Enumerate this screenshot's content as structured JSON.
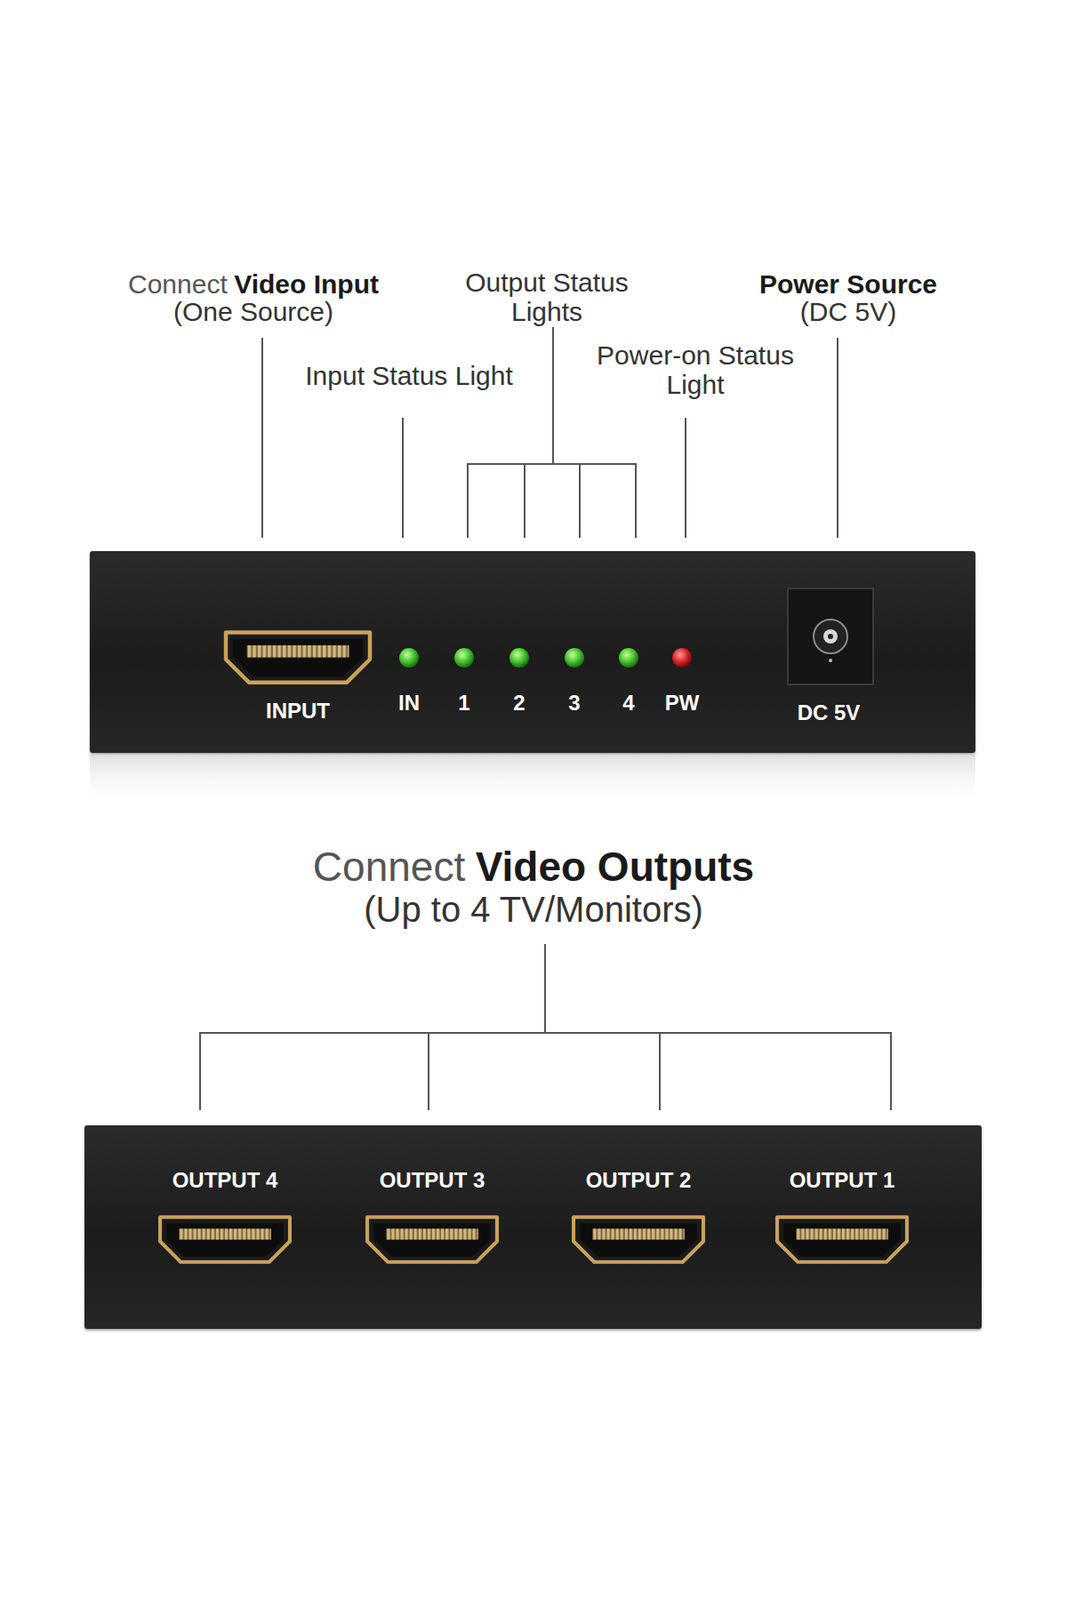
{
  "diagram": {
    "nodes": [
      {
        "text": [
          "INPUT",
          "IN",
          "1",
          "2",
          "3",
          "4",
          "PW",
          "DC 5V"
        ]
      },
      {
        "text": [
          "OUTPUT 4",
          "OUTPUT 3",
          "OUTPUT 2",
          "OUTPUT 1"
        ]
      }
    ],
    "labels": [
      "Connect",
      "Video Input",
      "(One Source)",
      "Input Status Light",
      "Output Status Lights",
      "Power-on Status Light",
      "Power Source",
      "(DC 5V)",
      "Connect",
      "Video Outputs",
      "(Up to 4 TV/Monitors)"
    ]
  }
}
